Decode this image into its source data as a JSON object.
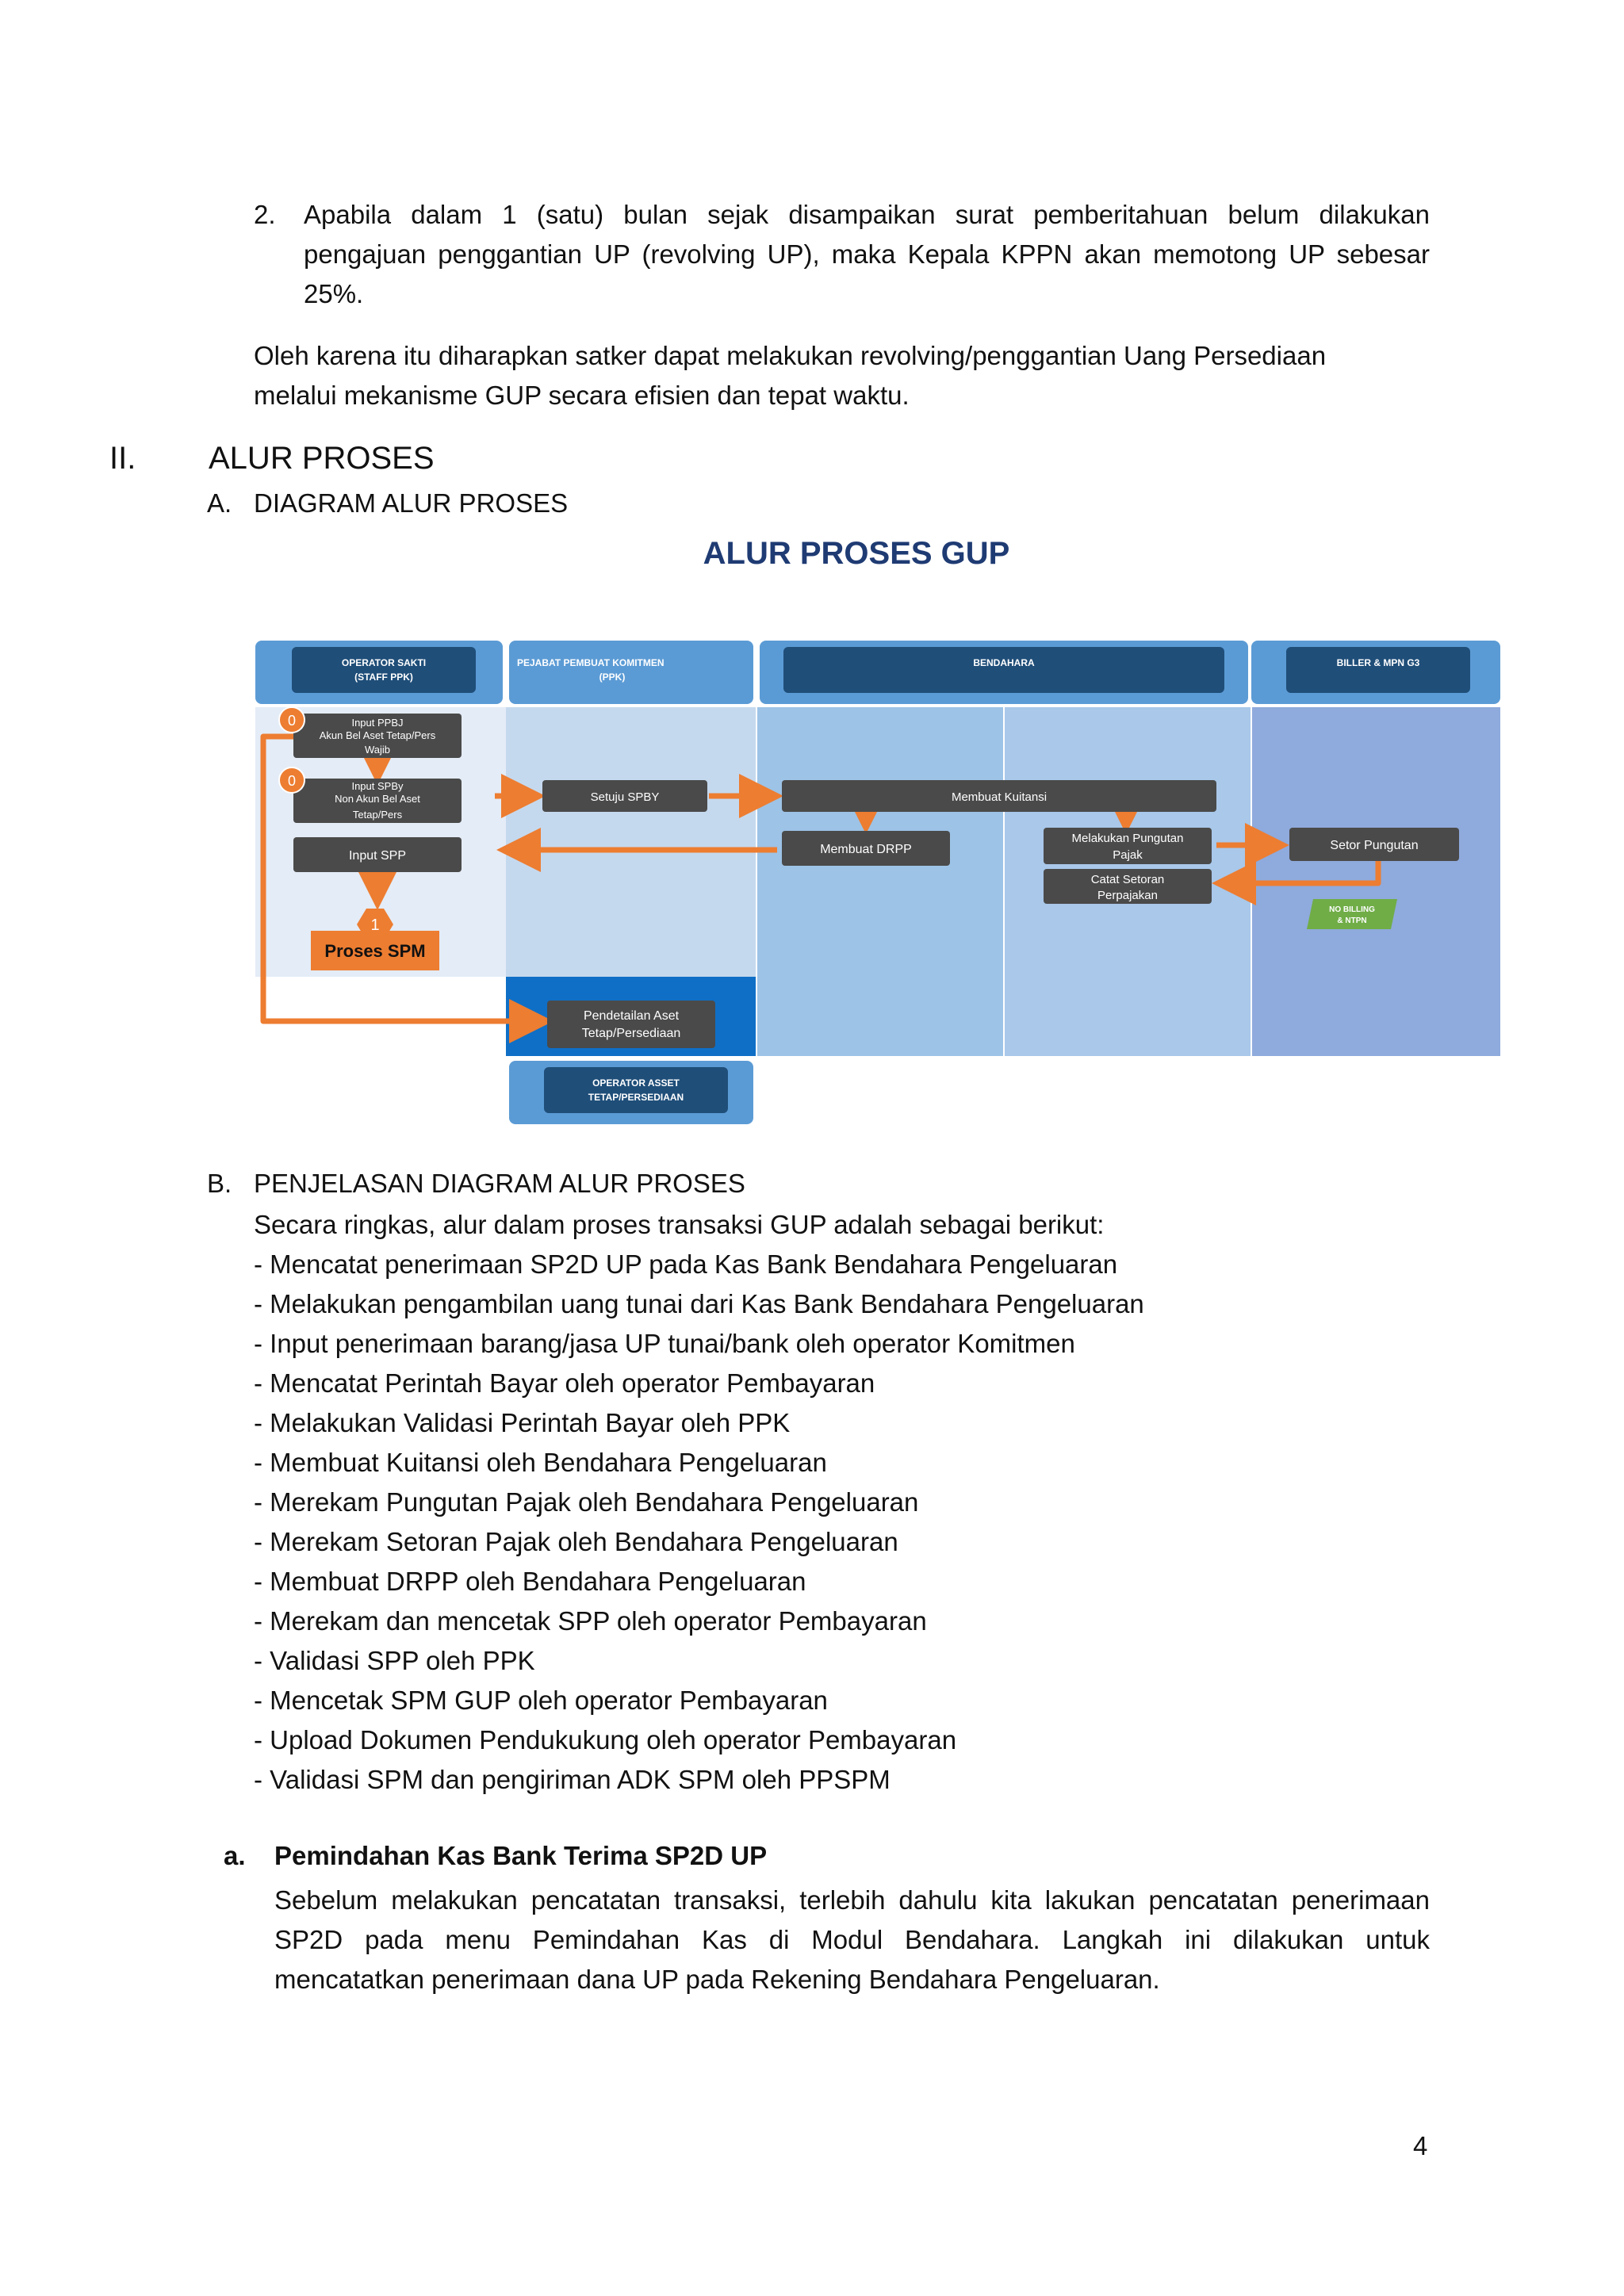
{
  "top_list": {
    "num": "2.",
    "lines": [
      "Apabila dalam 1 (satu) bulan sejak disampaikan surat pemberitahuan belum dilakukan",
      "pengajuan penggantian UP (revolving UP), maka Kepala KPPN akan memotong UP sebesar",
      "25%."
    ]
  },
  "para1": {
    "lines": [
      "Oleh karena itu diharapkan satker dapat melakukan revolving/penggantian Uang Persediaan",
      "melalui mekanisme GUP secara efisien dan tepat waktu."
    ]
  },
  "section2": {
    "num": "II.",
    "title": "ALUR PROSES"
  },
  "subA": {
    "num": "A.",
    "title": "DIAGRAM ALUR PROSES"
  },
  "diagram": {
    "title": "ALUR PROSES GUP",
    "lanes": {
      "operator_sakti": [
        "OPERATOR SAKTI",
        "(STAFF PPK)"
      ],
      "ppk": [
        "PEJABAT PEMBUAT KOMITMEN",
        "(PPK)"
      ],
      "bendahara": "BENDAHARA",
      "biller": "BILLER & MPN G3",
      "operator_asset": [
        "OPERATOR ASSET",
        "TETAP/PERSEDIAAN"
      ]
    },
    "steps": {
      "input_ppbj": [
        "Input PPBJ",
        "Akun Bel Aset Tetap/Pers",
        "Wajib"
      ],
      "input_spby": [
        "Input SPBy",
        "Non Akun Bel Aset",
        "Tetap/Pers"
      ],
      "input_spp": "Input SPP",
      "proses_spm": "Proses SPM",
      "setuju_spby": "Setuju SPBY",
      "membuat_kuitansi": "Membuat Kuitansi",
      "membuat_drpp": "Membuat DRPP",
      "pungutan_pajak": [
        "Melakukan Pungutan",
        "Pajak"
      ],
      "catat_setoran": [
        "Catat Setoran",
        "Perpajakan"
      ],
      "setor_pungutan": "Setor Pungutan",
      "no_billing": [
        "NO BILLING",
        "& NTPN"
      ],
      "pendetailan": [
        "Pendetailan Aset",
        "Tetap/Persediaan"
      ]
    },
    "badges": {
      "zero": "0",
      "one": "1"
    },
    "colors": {
      "lane_header": "#5B9BD5",
      "lane_header_dark": "#1F4E79",
      "step_box": "#4A4A4A",
      "arrow": "#ED7D31",
      "green": "#70AD47",
      "title": "#1F3B73"
    }
  },
  "subB": {
    "num": "B.",
    "title": "PENJELASAN DIAGRAM ALUR PROSES",
    "intro": "Secara ringkas, alur dalam proses transaksi GUP adalah sebagai berikut:",
    "items": [
      "- Mencatat penerimaan SP2D UP pada Kas Bank Bendahara Pengeluaran",
      "- Melakukan pengambilan uang tunai dari Kas Bank Bendahara Pengeluaran",
      "- Input penerimaan barang/jasa UP tunai/bank oleh operator Komitmen",
      "- Mencatat Perintah Bayar oleh operator Pembayaran",
      "- Melakukan Validasi Perintah Bayar oleh PPK",
      "- Membuat Kuitansi oleh Bendahara Pengeluaran",
      "- Merekam Pungutan Pajak oleh Bendahara Pengeluaran",
      "- Merekam Setoran Pajak oleh Bendahara Pengeluaran",
      "- Membuat DRPP oleh Bendahara Pengeluaran",
      "- Merekam dan mencetak SPP oleh operator Pembayaran",
      "- Validasi SPP oleh PPK",
      "- Mencetak SPM GUP oleh operator Pembayaran",
      "- Upload Dokumen Pendukukung oleh operator Pembayaran",
      "- Validasi SPM dan pengiriman ADK SPM oleh PPSPM"
    ]
  },
  "sub_a": {
    "num": "a.",
    "title": "Pemindahan Kas Bank Terima SP2D UP",
    "lines": [
      "Sebelum melakukan pencatatan transaksi, terlebih dahulu kita lakukan pencatatan penerimaan",
      "SP2D pada menu Pemindahan Kas di Modul Bendahara. Langkah ini dilakukan untuk",
      "mencatatkan penerimaan dana UP pada Rekening Bendahara Pengeluaran."
    ]
  },
  "page_number": "4"
}
